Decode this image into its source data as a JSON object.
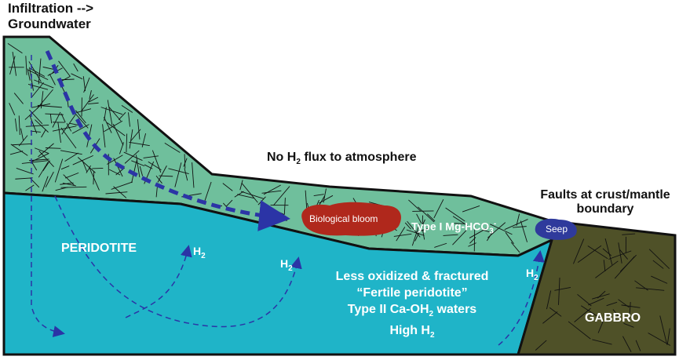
{
  "labels": {
    "infiltration": "Infiltration -->",
    "groundwater": "Groundwater",
    "no_h2_prefix": "No H",
    "no_h2_sub": "2",
    "no_h2_suffix": " flux to atmosphere",
    "faults_line1": "Faults at crust/mantle",
    "faults_line2": "boundary",
    "peridotite": "PERIDOTITE",
    "bio_bloom": "Biological bloom",
    "type1_prefix": "Type I Mg-HCO",
    "type1_sub": "3",
    "type1_sup": "-",
    "seep": "Seep",
    "h2_main": "H",
    "h2_sub": "2",
    "center_line1": "Less oxidized & fractured",
    "center_line2": "“Fertile peridotite”",
    "center_line3": "Type II Ca-OH",
    "center_line3_sub": "2",
    "center_line3_suffix": " waters",
    "center_line4": "High H",
    "center_line4_sub": "2",
    "gabbro": "GABBRO"
  },
  "colors": {
    "upper_layer": "#6fbf9c",
    "lower_layer": "#1fb4c8",
    "gabbro": "#4f5128",
    "bloom": "#b0281c",
    "seep": "#2f3a9c",
    "arrow": "#2b34a6",
    "outline": "#111111"
  }
}
